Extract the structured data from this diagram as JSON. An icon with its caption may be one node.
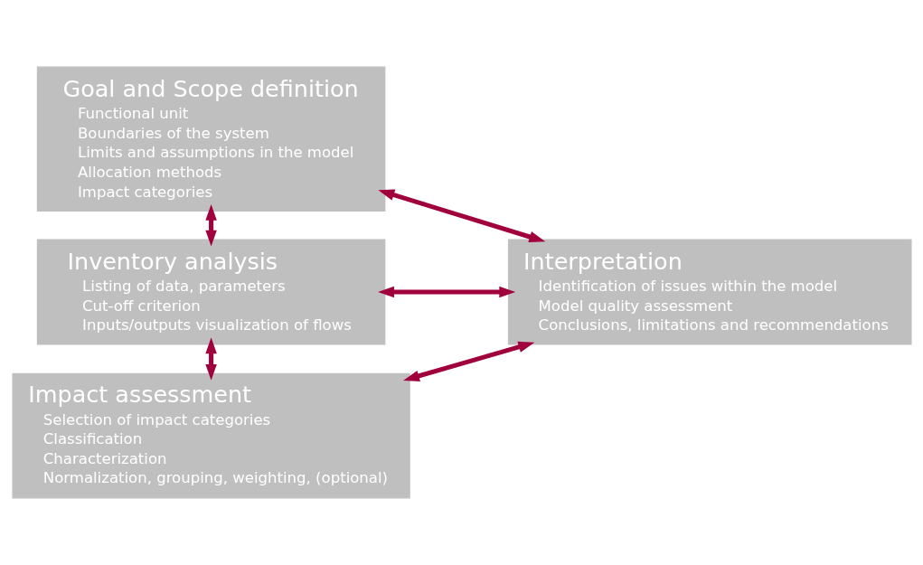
{
  "diagram": {
    "nodes": [
      {
        "text": [
          "Goal and Scope definition",
          "Functional unit",
          "Boundaries of the system",
          "Limits and assumptions in the model",
          "Allocation methods",
          "Impact categories"
        ]
      },
      {
        "text": [
          "Inventory analysis",
          "Listing of data, parameters",
          "Cut-off criterion",
          "Inputs/outputs visualization of flows"
        ]
      },
      {
        "text": [
          "Impact assessment",
          "Selection of impact categories",
          "Classification",
          "Characterization",
          "Normalization, grouping, weighting, (optional)"
        ]
      },
      {
        "text": [
          "Interpretation",
          "Identification of issues within the model",
          "Model quality assessment",
          "Conclusions, limitations and recommendations"
        ]
      }
    ],
    "edges": [
      {
        "from": 0,
        "to": 1,
        "arrow": "both"
      },
      {
        "from": 1,
        "to": 2,
        "arrow": "both"
      },
      {
        "from": 0,
        "to": 3,
        "arrow": "both"
      },
      {
        "from": 1,
        "to": 3,
        "arrow": "both"
      },
      {
        "from": 2,
        "to": 3,
        "arrow": "both"
      }
    ]
  }
}
